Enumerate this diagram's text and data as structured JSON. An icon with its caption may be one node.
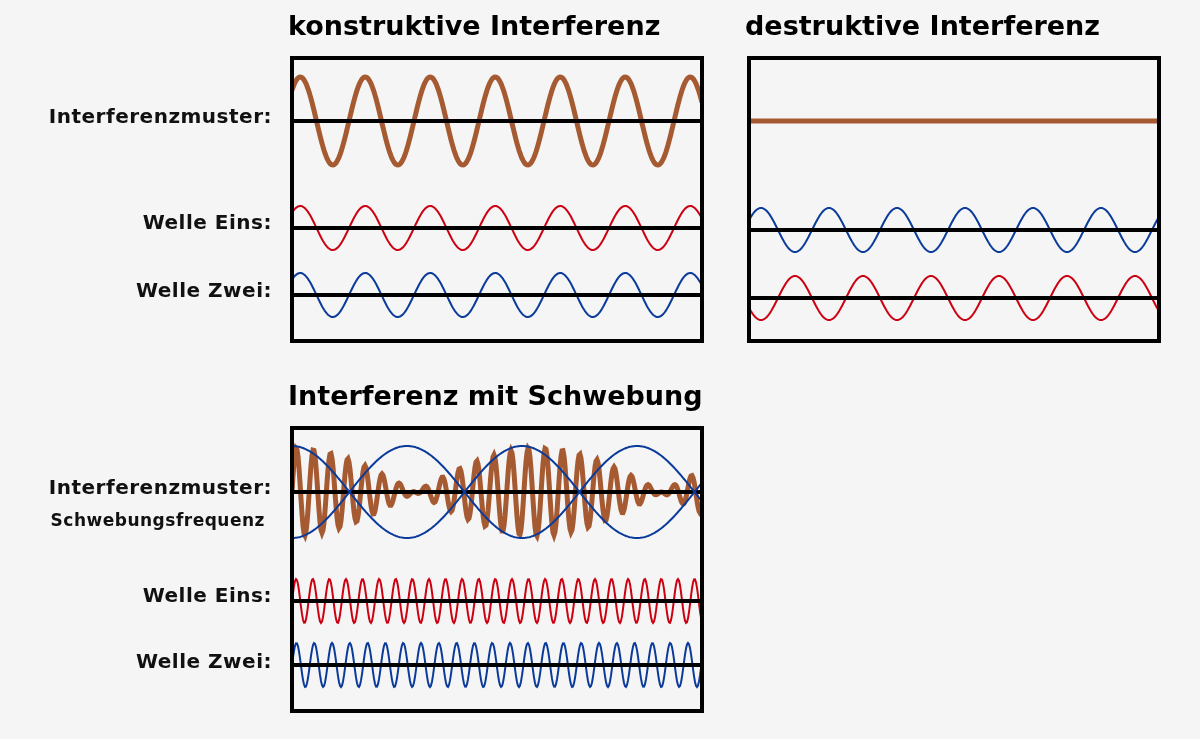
{
  "diagram": {
    "nodes": [
      {
        "text": [
          "konstruktive Interferenz"
        ]
      },
      {
        "text": [
          "destruktive Interferenz"
        ]
      },
      {
        "text": [
          "Interferenz mit Schwebung"
        ]
      }
    ],
    "labels": [
      "Interferenzmuster:",
      "Welle Eins:",
      "Welle Zwei:",
      "Interferenzmuster:",
      "Schwebungsfrequenz",
      "Welle Eins:",
      "Welle Zwei:"
    ]
  }
}
